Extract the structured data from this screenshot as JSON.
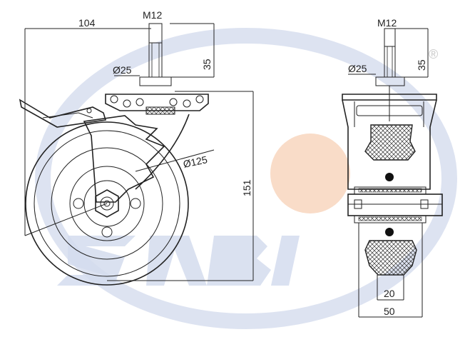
{
  "colors": {
    "line": "#222222",
    "watermark_blue": "#d4dcee",
    "watermark_peach": "#f9dcc8",
    "registered_mark": "#c9c9c9"
  },
  "side_view": {
    "width_dim": "104",
    "thread_label": "M12",
    "stem_length_dim": "35",
    "nut_diameter_dim": "Ø25",
    "wheel_diameter_dim": "Ø125",
    "height_dim": "151"
  },
  "front_view": {
    "thread_label": "M12",
    "stem_length_dim": "35",
    "nut_diameter_dim": "Ø25",
    "tread_width_dim": "20",
    "overall_width_dim": "50"
  },
  "watermark": {
    "registered_symbol": "®"
  }
}
